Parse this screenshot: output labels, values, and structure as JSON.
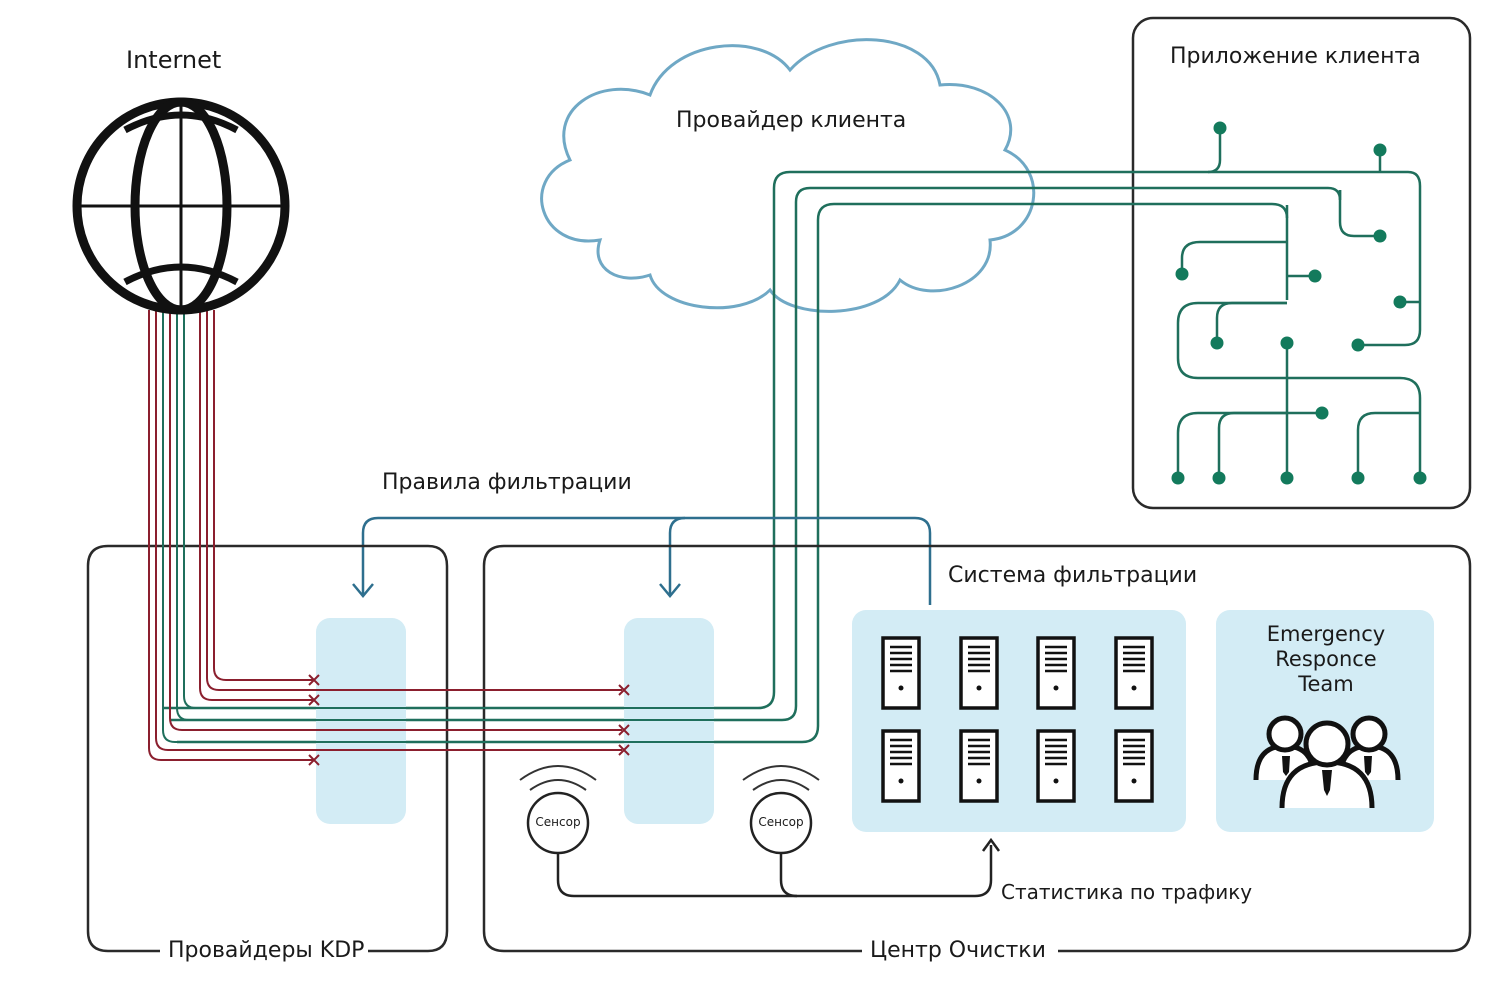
{
  "internet": {
    "label": "Internet"
  },
  "cloud": {
    "label": "Провайдер клиента"
  },
  "client_app": {
    "label": "Приложение клиента"
  },
  "filter_rules": {
    "label": "Правила фильтрации"
  },
  "filter_system": {
    "label": "Система фильтрации"
  },
  "ert": {
    "line1": "Emergency",
    "line2": "Responce",
    "line3": "Team"
  },
  "sensors": [
    {
      "label": "Сенсор"
    },
    {
      "label": "Сенсор"
    }
  ],
  "traffic_stats": {
    "label": "Статистика по трафику"
  },
  "kdp": {
    "label": "Провайдеры KDP"
  },
  "center": {
    "label": "Центр Очистки"
  },
  "colors": {
    "attack": "#8b1f2e",
    "clean": "#1f6f5c",
    "rules": "#2e6f8e",
    "panel_fill": "#d3ecf5",
    "cloud_stroke": "#6fa8c5",
    "node": "#137a5c"
  },
  "icons": [
    "globe-icon",
    "cloud-icon",
    "server-icon",
    "team-icon",
    "sensor-icon",
    "arrow-down-icon",
    "arrow-up-icon",
    "block-x-icon"
  ]
}
